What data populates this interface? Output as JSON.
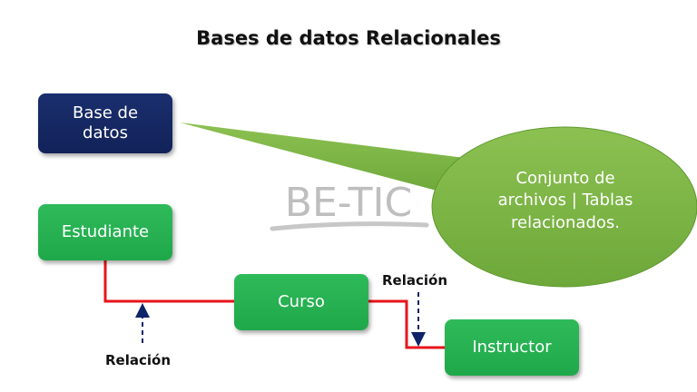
{
  "title": "Bases de datos Relacionales",
  "watermark": "BE-TIC",
  "boxes": {
    "database": "Base de\ndatos",
    "estudiante": "Estudiante",
    "curso": "Curso",
    "instructor": "Instructor"
  },
  "callout": {
    "line1": "Conjunto de",
    "line2": "archivos | Tablas",
    "line3": "relacionados."
  },
  "relations": {
    "label_1": "Relación",
    "label_2": "Relación"
  },
  "colors": {
    "navy": "#15275f",
    "green": "#22ab4d",
    "callout_green": "#7cb342",
    "connector_red": "#e8141b",
    "arrow_navy": "#0d2468"
  }
}
